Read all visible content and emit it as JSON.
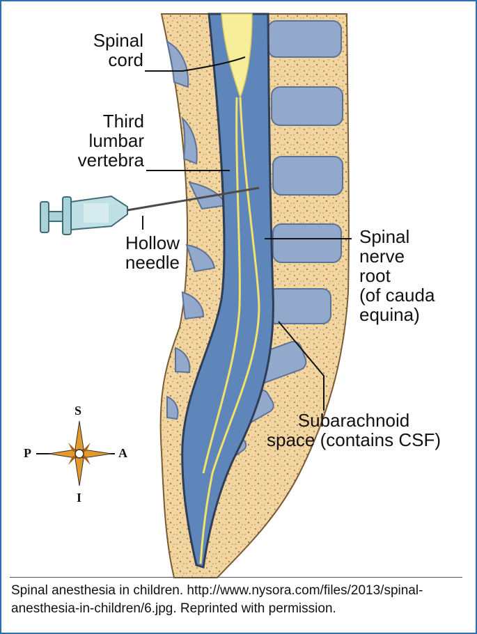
{
  "labels": {
    "spinal_cord": "Spinal\ncord",
    "third_lumbar_vertebra": "Third\nlumbar\nvertebra",
    "hollow_needle": "Hollow\nneedle",
    "spinal_nerve_root": "Spinal\nnerve\nroot\n(of cauda\nequina)",
    "subarachnoid_space": "Subarachnoid\nspace (contains CSF)"
  },
  "compass": {
    "superior": "S",
    "inferior": "I",
    "posterior": "P",
    "anterior": "A"
  },
  "caption": "Spinal anesthesia in children. http://www.nysora.com/files/2013/spinal-anesthesia-in-children/6.jpg. Reprinted with permission.",
  "colors": {
    "frame_border": "#2e6eb5",
    "bone": "#f2d6a2",
    "vertebra_body": "#93a9cc",
    "dura": "#6d8fbf",
    "csf": "#5f86bb",
    "spinal_cord": "#f6ee9a",
    "nerve_root": "#f2e26a",
    "syringe": "#a9d3d9"
  }
}
